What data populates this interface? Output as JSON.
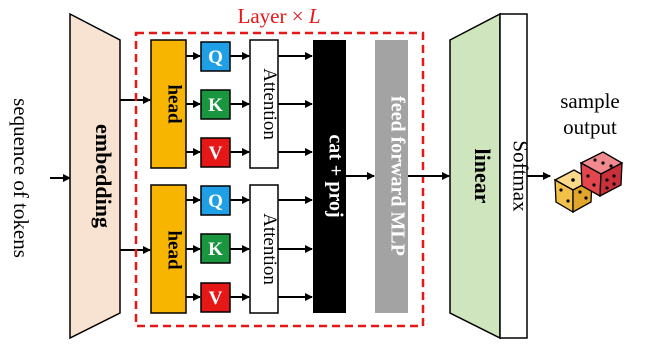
{
  "input": {
    "label": "sequence of tokens"
  },
  "embedding": {
    "label": "embedding"
  },
  "layer": {
    "title_prefix": "Layer × ",
    "title_var": "L",
    "heads": [
      {
        "label": "head",
        "q": "Q",
        "k": "K",
        "v": "V",
        "attention": "Attention"
      },
      {
        "label": "head",
        "q": "Q",
        "k": "K",
        "v": "V",
        "attention": "Attention"
      }
    ],
    "concat": "cat + proj",
    "ffn": "feed forward MLP"
  },
  "linear": {
    "label": "linear"
  },
  "softmax": {
    "label": "Softmax"
  },
  "output": {
    "line1": "sample",
    "line2": "output"
  },
  "colors": {
    "embedding_fill": "#f8e3d3",
    "linear_fill": "#cfe5bd",
    "head_fill": "#f7b500",
    "q_fill": "#1fa0e6",
    "k_fill": "#1a9641",
    "v_fill": "#e51717",
    "concat_fill": "#000000",
    "ffn_fill": "#a3a3a3",
    "layer_border": "#e51717",
    "die_left": "#f3c04a",
    "die_right": "#e4464d"
  }
}
